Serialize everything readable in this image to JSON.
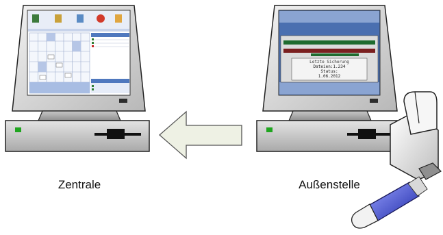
{
  "captions": {
    "left": "Zentrale",
    "right": "Außenstelle"
  },
  "remote_screen": {
    "text_lines": [
      "Letzte Sicherung",
      "Dateien:1.234",
      "Status:",
      "1.06.2012"
    ]
  },
  "colors": {
    "arrow_fill": "#eef1e4",
    "screen_blue": "#4a6fb0",
    "power_led": "#1fa51f",
    "remote_bar_green": "#1f6b2e",
    "remote_bar_red": "#7a1f1f"
  },
  "icons": {
    "left_computer": "desktop-computer-icon",
    "right_computer": "desktop-computer-icon",
    "flow_arrow": "left-arrow-icon",
    "usb_stick": "usb-stick-icon",
    "disk_drive": "external-drive-icon"
  }
}
